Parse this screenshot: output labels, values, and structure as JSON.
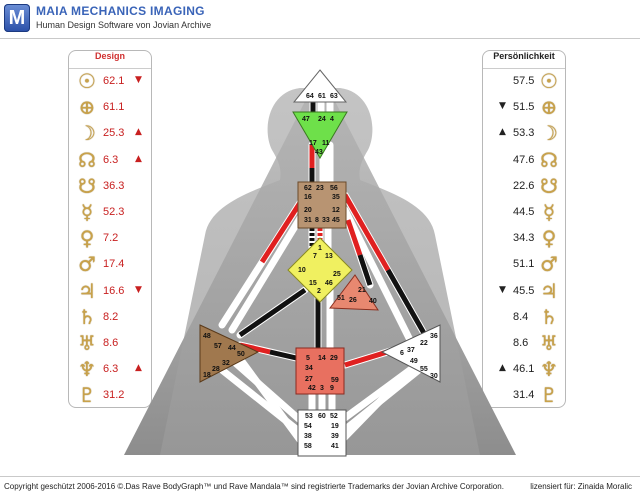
{
  "header": {
    "logo_letter": "M",
    "title": "MAIA MECHANICS IMAGING",
    "subtitle": "Human Design Software von Jovian Archive"
  },
  "design_panel": {
    "title": "Design",
    "rows": [
      {
        "planet": "sun-icon",
        "glyph": "☉",
        "value": "62.1",
        "arrow": "▼"
      },
      {
        "planet": "earth-icon",
        "glyph": "⊕",
        "value": "61.1",
        "arrow": ""
      },
      {
        "planet": "moon-icon",
        "glyph": "☽",
        "value": "25.3",
        "arrow": "▲"
      },
      {
        "planet": "north-node-icon",
        "glyph": "☊",
        "value": "6.3",
        "arrow": "▲"
      },
      {
        "planet": "south-node-icon",
        "glyph": "☋",
        "value": "36.3",
        "arrow": ""
      },
      {
        "planet": "mercury-icon",
        "glyph": "☿",
        "value": "52.3",
        "arrow": ""
      },
      {
        "planet": "venus-icon",
        "glyph": "♀",
        "value": "7.2",
        "arrow": ""
      },
      {
        "planet": "mars-icon",
        "glyph": "♂",
        "value": "17.4",
        "arrow": ""
      },
      {
        "planet": "jupiter-icon",
        "glyph": "♃",
        "value": "16.6",
        "arrow": "▼"
      },
      {
        "planet": "saturn-icon",
        "glyph": "♄",
        "value": "8.2",
        "arrow": ""
      },
      {
        "planet": "uranus-icon",
        "glyph": "♅",
        "value": "8.6",
        "arrow": ""
      },
      {
        "planet": "neptune-icon",
        "glyph": "♆",
        "value": "6.3",
        "arrow": "▲"
      },
      {
        "planet": "pluto-icon",
        "glyph": "♇",
        "value": "31.2",
        "arrow": ""
      }
    ]
  },
  "personality_panel": {
    "title": "Persönlichkeit",
    "rows": [
      {
        "planet": "sun-icon",
        "glyph": "☉",
        "value": "57.5",
        "arrow": ""
      },
      {
        "planet": "earth-icon",
        "glyph": "⊕",
        "value": "51.5",
        "arrow": "▼"
      },
      {
        "planet": "moon-icon",
        "glyph": "☽",
        "value": "53.3",
        "arrow": "▲"
      },
      {
        "planet": "north-node-icon",
        "glyph": "☊",
        "value": "47.6",
        "arrow": ""
      },
      {
        "planet": "south-node-icon",
        "glyph": "☋",
        "value": "22.6",
        "arrow": ""
      },
      {
        "planet": "mercury-icon",
        "glyph": "☿",
        "value": "44.5",
        "arrow": ""
      },
      {
        "planet": "venus-icon",
        "glyph": "♀",
        "value": "34.3",
        "arrow": ""
      },
      {
        "planet": "mars-icon",
        "glyph": "♂",
        "value": "51.1",
        "arrow": ""
      },
      {
        "planet": "jupiter-icon",
        "glyph": "♃",
        "value": "45.5",
        "arrow": "▼"
      },
      {
        "planet": "saturn-icon",
        "glyph": "♄",
        "value": "8.4",
        "arrow": ""
      },
      {
        "planet": "uranus-icon",
        "glyph": "♅",
        "value": "8.6",
        "arrow": ""
      },
      {
        "planet": "neptune-icon",
        "glyph": "♆",
        "value": "46.1",
        "arrow": "▲"
      },
      {
        "planet": "pluto-icon",
        "glyph": "♇",
        "value": "31.4",
        "arrow": ""
      }
    ]
  },
  "bodygraph": {
    "head_gates": [
      "64",
      "61",
      "63"
    ],
    "ajna_gates": [
      "47",
      "24",
      "4",
      "17",
      "11",
      "43"
    ],
    "throat_gates": [
      "62",
      "23",
      "56",
      "16",
      "35",
      "20",
      "12",
      "31",
      "8",
      "33",
      "45"
    ],
    "g_gates": [
      "1",
      "7",
      "13",
      "10",
      "25",
      "15",
      "46",
      "2"
    ],
    "heart_gates": [
      "21",
      "26",
      "51",
      "40"
    ],
    "spleen_gates": [
      "48",
      "57",
      "44",
      "50",
      "32",
      "28",
      "18"
    ],
    "sacral_gates": [
      "5",
      "14",
      "29",
      "34",
      "27",
      "59",
      "42",
      "3",
      "9"
    ],
    "solar_plexus_gates": [
      "36",
      "22",
      "6",
      "37",
      "49",
      "55",
      "30"
    ],
    "root_gates": [
      "53",
      "60",
      "52",
      "54",
      "19",
      "38",
      "39",
      "58",
      "41"
    ],
    "colors": {
      "design": "#e02020",
      "personality": "#111111",
      "defined": "#ffffff"
    }
  },
  "footer": {
    "copyright": "Copyright geschützt 2006-2016 ©.Das Rave BodyGraph™ und Rave Mandala™ sind registrierte Trademarks der Jovian Archive Corporation.",
    "license": "lizensiert für: Zinaida Moralic"
  }
}
